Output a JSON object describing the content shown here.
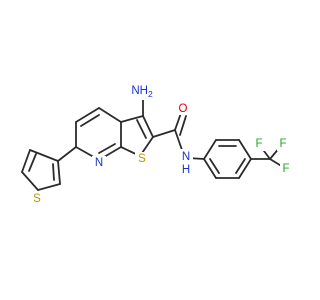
{
  "atoms": {
    "S_thienyl": {
      "label": "S",
      "color": "#b59a00"
    },
    "N_pyridine": {
      "label": "N",
      "color": "#1a33cc"
    },
    "S_fused": {
      "label": "S",
      "color": "#b59a00"
    },
    "NH2": {
      "label": "NH",
      "sub": "2",
      "color": "#1a33cc"
    },
    "O": {
      "label": "O",
      "color": "#e00000"
    },
    "NH_amide": {
      "label": "N",
      "h": "H",
      "color": "#1a33cc"
    },
    "F_top_left": {
      "label": "F",
      "color": "#23a823"
    },
    "F_top_right": {
      "label": "F",
      "color": "#23a823"
    },
    "F_right": {
      "label": "F",
      "color": "#23a823"
    }
  },
  "colors": {
    "bond": "#2b2b2b",
    "background": "#ffffff"
  }
}
